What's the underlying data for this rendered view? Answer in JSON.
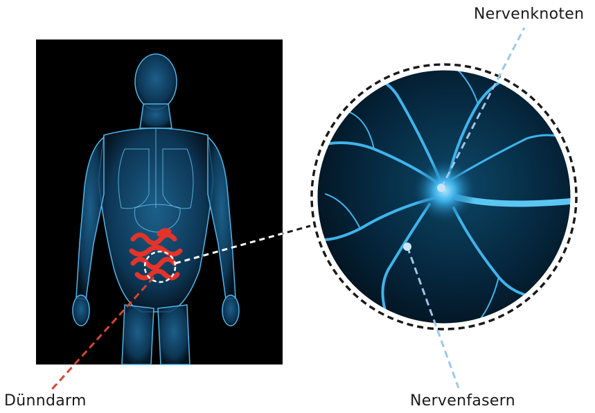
{
  "labels": {
    "nerve_node": "Nervenknoten",
    "small_intestine": "Dünndarm",
    "nerve_fibers": "Nervenfasern"
  },
  "colors": {
    "body_glow": "#3aa9e6",
    "intestine": "#e4332a",
    "callout_light": "#9cc8ea",
    "callout_red": "#d8452f",
    "callout_dark": "#1a1a1a"
  }
}
